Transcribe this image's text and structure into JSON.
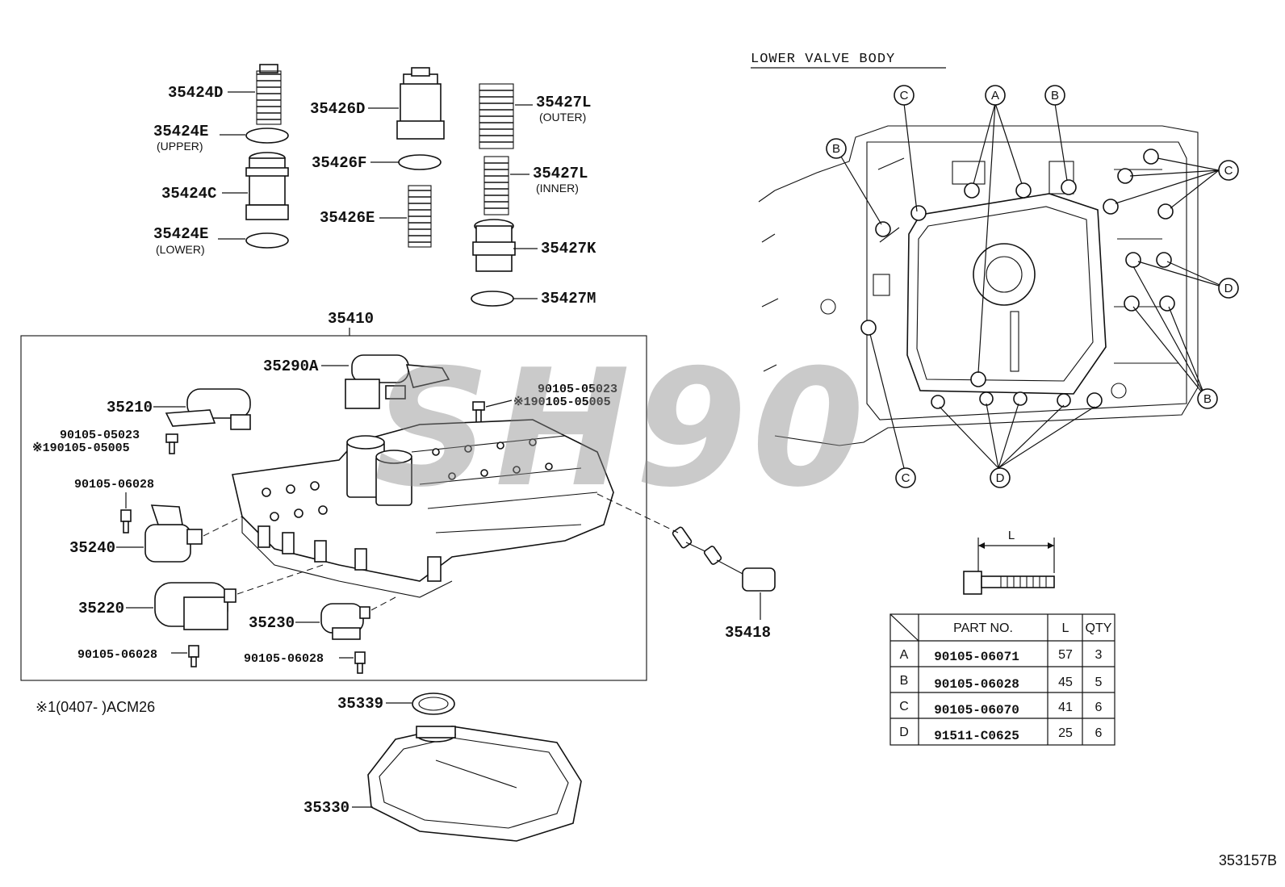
{
  "labels": {
    "p35424D": "35424D",
    "p35424E_upper": "35424E",
    "upper": "(UPPER)",
    "p35424C": "35424C",
    "p35424E_lower": "35424E",
    "lower": "(LOWER)",
    "p35426D": "35426D",
    "p35426F": "35426F",
    "p35426E": "35426E",
    "p35427L_outer": "35427L",
    "outer": "(OUTER)",
    "p35427L_inner": "35427L",
    "inner": "(INNER)",
    "p35427K": "35427K",
    "p35427M": "35427M",
    "p35410": "35410",
    "p35290A": "35290A",
    "p35210": "35210",
    "bolt_a1": "90105-05023",
    "bolt_a2": "※190105-05005",
    "bolt_b1": "90105-05023",
    "bolt_b2": "※190105-05005",
    "bolt_c": "90105-06028",
    "p35240": "35240",
    "p35220": "35220",
    "bolt_d": "90105-06028",
    "p35230": "35230",
    "bolt_e": "90105-06028",
    "p35418": "35418",
    "p35339": "35339",
    "p35330": "35330",
    "note": "※1(0407-       )ACM26",
    "section_title": "LOWER VALVE BODY",
    "dim_l": "L",
    "drawing_no": "353157B",
    "watermark": "SH90"
  },
  "callouts": [
    "C",
    "A",
    "B",
    "B",
    "C",
    "D",
    "B",
    "C",
    "D"
  ],
  "bolt_table": {
    "headers": [
      "PART NO.",
      "L",
      "QTY"
    ],
    "rows": [
      {
        "key": "A",
        "part_no": "90105-06071",
        "l": "57",
        "qty": "3"
      },
      {
        "key": "B",
        "part_no": "90105-06028",
        "l": "45",
        "qty": "5"
      },
      {
        "key": "C",
        "part_no": "90105-06070",
        "l": "41",
        "qty": "6"
      },
      {
        "key": "D",
        "part_no": "91511-C0625",
        "l": "25",
        "qty": "6"
      }
    ]
  }
}
